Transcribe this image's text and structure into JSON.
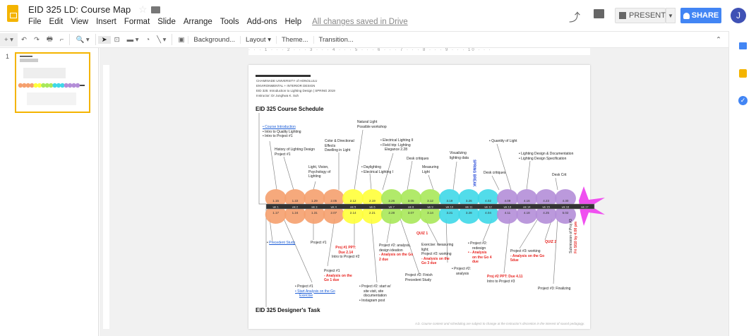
{
  "app": {
    "title": "EID 325 LD: Course Map",
    "menu": [
      "File",
      "Edit",
      "View",
      "Insert",
      "Format",
      "Slide",
      "Arrange",
      "Tools",
      "Add-ons",
      "Help"
    ],
    "save_status": "All changes saved in Drive",
    "present_label": "PRESENT",
    "share_label": "SHARE",
    "avatar_initial": "J"
  },
  "toolbar": {
    "background": "Background...",
    "layout": "Layout",
    "theme": "Theme...",
    "transition": "Transition..."
  },
  "filmstrip": {
    "slide_number": "1"
  },
  "ruler": {
    "label": "10"
  },
  "colors": {
    "accent": "#4285f4",
    "slides_yellow": "#f4b400",
    "red_text": "#e8231f",
    "orange": "#f5a06e",
    "yellow": "#ffff3a",
    "green": "#a8e85a",
    "cyan": "#3fd8e8",
    "purple": "#b48ed8",
    "pink_star": "#f050f0"
  },
  "slide": {
    "header_lines": [
      "CHAMINADE UNIVERSITY of HONOLULU",
      "ENVIRONMENTAL + INTERIOR DESIGN",
      "EID 325: Introduction to Lighting Design  | SPRING 2019",
      "Instructor: Dr Junghwa K. Suh"
    ],
    "schedule_title": "EID 325 Course Schedule",
    "task_title": "EID 325 Designer's Task",
    "footnote": "n.b. Course content and scheduling are subject to change at the instructor's discretion in the interest of sound pedagogy.",
    "weeks": [
      "wk 1",
      "wk 2",
      "wk 3",
      "wk 4",
      "wk 5",
      "wk 6",
      "wk 7",
      "wk 8",
      "wk 9",
      "wk 10",
      "wk 11",
      "wk 12",
      "wk 13",
      "wk 14",
      "wk 15",
      "wk 16",
      "wk 17"
    ],
    "dates_top": [
      "1.15",
      "1.22",
      "1.29",
      "2.05",
      "2.12",
      "2.19",
      "2.26",
      "3.05",
      "3.12",
      "3.19",
      "3.26",
      "4.02",
      "4.09",
      "4.16",
      "4.23",
      "4.30"
    ],
    "dates_bottom": [
      "1.17",
      "1.24",
      "1.31",
      "2.07",
      "2.14",
      "2.21",
      "2.28",
      "3.07",
      "3.14",
      "3.21",
      "3.28",
      "4.04",
      "4.11",
      "4.18",
      "4.25",
      "5.02"
    ],
    "week_colors": [
      "orange",
      "orange",
      "orange",
      "orange",
      "yellow",
      "yellow",
      "green",
      "green",
      "green",
      "cyan",
      "cyan",
      "cyan",
      "purple",
      "purple",
      "purple",
      "purple"
    ],
    "schedule": {
      "intro": [
        "Course Introduction",
        "Intro to Quality Lighting",
        "Intro to Project #1"
      ],
      "history": [
        "History of Lighting Design",
        "Project #1"
      ],
      "light_vision": [
        "Light, Vision,",
        "Psychology of",
        "Lighting"
      ],
      "color": [
        "Color & Directional",
        "Effects",
        "Dwelling in Light"
      ],
      "natural": [
        "Natural Light",
        "Possible workshop"
      ],
      "electrical2": [
        "Electrical Lighting II",
        "Field trip: Lighting",
        "Elegance 2.28"
      ],
      "daylighting": [
        "Daylighting",
        "Electrical Lighting I"
      ],
      "desk1": "Desk critiques",
      "measuring": [
        "Measuring",
        "Light"
      ],
      "visualizing": [
        "Visualizing",
        "lighting data"
      ],
      "spring_break": "SPRING BREAK",
      "desk2": "Desk critiques",
      "quantity": "Quantity of Light",
      "ld": [
        "Lighting Design & Documentation",
        "Lighting Design Specification"
      ],
      "desk3": "Desk Crit"
    },
    "tasks": {
      "precedent": "Precedent Study",
      "project1": "Project #1",
      "proj1_analysis": [
        "Project #1",
        "- Analysis on the",
        "Go 1 due"
      ],
      "proj1_ppt": [
        "Proj #1 PPT:",
        "Due 2.14",
        "Intro to Project #2"
      ],
      "proj2_analysis": [
        "Project #2: analysis,",
        "design ideation",
        "- Analysis on the Go",
        "2  due"
      ],
      "quiz1": "QUIZ 1",
      "exercise": [
        "Exercise: measuring",
        "light;",
        "Project #2: working",
        "- Analysis on the",
        "Go 3 due"
      ],
      "finish": [
        "Project #2: Finish",
        "Precedent Study"
      ],
      "proj2_analysis_b": [
        "Project #2:",
        "analysis"
      ],
      "redesign": [
        "Project #2:",
        "redesign",
        "- Analysis",
        "on the Go 4",
        "due"
      ],
      "proj2_ppt": [
        "Proj #2 PPT: Due 4.11",
        "Intro to Project #3"
      ],
      "proj3_working": [
        "Project #3: working",
        "- Analysis on the Go",
        "5due"
      ],
      "quiz2": "QUIZ 2",
      "finalizing": "Project #3: Finalizing",
      "submission": [
        "Submission of Proj #3",
        "Fri 5/10 by 4:00 pm"
      ],
      "proj1_start": [
        "Project #1",
        "Start Analysis on the Go",
        "Exercise"
      ],
      "proj2_start": [
        "Project #2: start w/",
        "site visit, site",
        "documentation",
        "Instagram post"
      ]
    }
  }
}
